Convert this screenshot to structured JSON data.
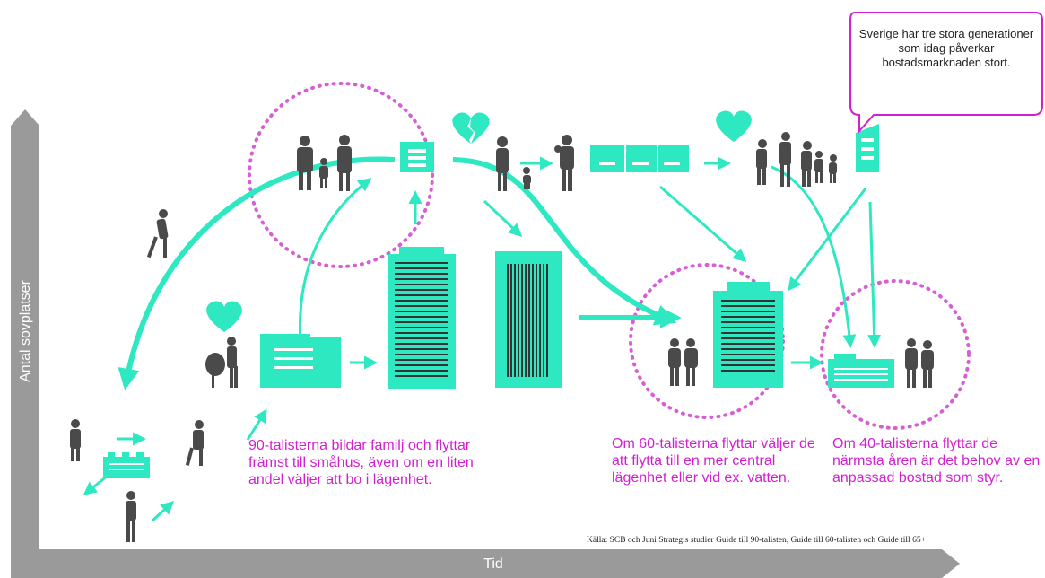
{
  "axes": {
    "y_label": "Antal sovplatser",
    "x_label": "Tid"
  },
  "speech_bubble": {
    "text": "Sverige har tre stora generationer som idag påverkar bostadsmarknaden stort."
  },
  "captions": {
    "gen90": [
      "90-talisterna bildar familj och flyttar",
      "främst till småhus, även om en liten",
      "andel väljer att bo i lägenhet."
    ],
    "gen60": [
      "Om 60-talisterna flyttar väljer de",
      "att flytta till en mer central",
      "lägenhet eller vid ex. vatten."
    ],
    "gen40": [
      "Om 40-talisterna flyttar de",
      "närmsta åren är det behov av en",
      "anpassad bostad som styr."
    ]
  },
  "source": "Källa: SCB och Juni Strategis studier Guide till 90-talisten, Guide till 60-talisten och Guide till 65+",
  "colors": {
    "accent": "#2ee8c2",
    "magenta": "#d21fcf",
    "axis": "#9a9a9a",
    "figure": "#4a4a4a"
  }
}
